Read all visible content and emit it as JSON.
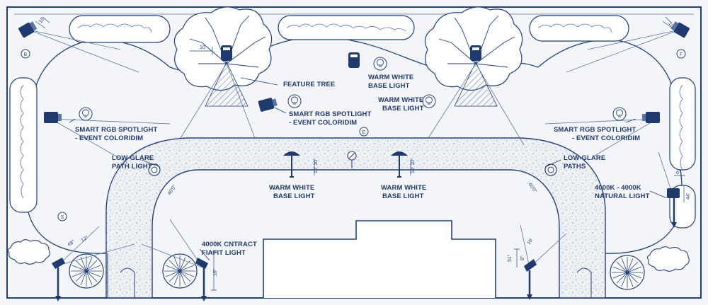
{
  "colors": {
    "paper": "#f3f5f8",
    "ink": "#22407a",
    "ink_light": "#5b74a6",
    "path_fill": "#eef0f2"
  },
  "labels": {
    "feature_tree": "FEATURE TREE",
    "warm_white_top_1": "WARM WHITE",
    "warm_white_top_2": "BASE LIGHT",
    "warm_white_right_1": "WARM WHITE",
    "warm_white_right_2": "BASE LIGHT",
    "rgb_left_1": "SMART RGB SPOTLIGHT",
    "rgb_left_2": "- EVENT COLORIDIM",
    "rgb_center_1": "SMART RGB SPOTLIGHT",
    "rgb_center_2": "- EVENT COLORIDIM",
    "rgb_right_1": "SMART RGB SPOTLIGHT",
    "rgb_right_2": "- EVENT COLORIDIM",
    "low_glare_left_1": "LOW-GLARE",
    "low_glare_left_2": "PATH LIGHT",
    "low_glare_right_1": "LOW-GLARE",
    "low_glare_right_2": "PATHS",
    "path_base_left_1": "WARM WHITE",
    "path_base_left_2": "BASE LIGHT",
    "path_base_right_1": "WARM WHITE",
    "path_base_right_2": "BASE LIGHT",
    "natural_1": "4000K - 4000K",
    "natural_2": "NATURAL LIGHT",
    "contract_1": "4000K CNTRACT",
    "contract_2": "FIAFIT LIGHT"
  },
  "dimensions": {
    "d_10_left": "10",
    "d_10_right": "10",
    "d_10_tree": "10",
    "d_path_w_left": "40'0\"",
    "d_path_w_right": "40'0\"",
    "d_post_left": "10' 10\"",
    "d_post_right": "10' 10\"",
    "d_16_left": "16\"",
    "d_51": "51\"",
    "d_44": "44'",
    "d_48": "48\"",
    "d_6": "6\"",
    "d_16_right": "16'",
    "d_small_1": "8\"",
    "d_small_2": "12\""
  },
  "markers": {
    "m_b": "B",
    "m_f": "F",
    "m_s": "S",
    "m_e": "E"
  }
}
